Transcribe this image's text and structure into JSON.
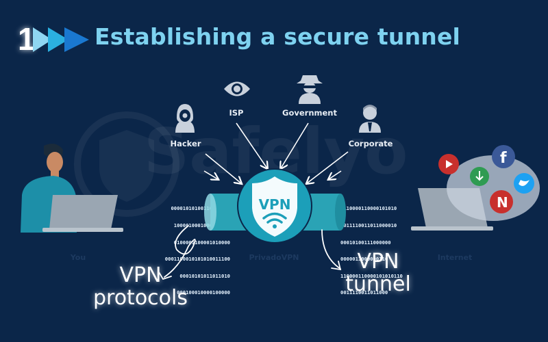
{
  "header": {
    "step_number": "1",
    "title": "Establishing a secure tunnel"
  },
  "watermark": "Safelyo",
  "observers": [
    {
      "label": "Hacker",
      "icon": "hacker-icon"
    },
    {
      "label": "ISP",
      "icon": "eye-icon"
    },
    {
      "label": "Government",
      "icon": "spy-icon"
    },
    {
      "label": "Corporate",
      "icon": "businessman-icon"
    }
  ],
  "tunnel": {
    "badge": "VPN",
    "binary_left": [
      "00001010100110110110",
      "1000010001000010000",
      "0100001100001010000",
      "0001100010101010011100",
      "00010101011011010",
      "000100010000100000"
    ],
    "binary_right": [
      "0110000110000101010",
      "0011110011011000010",
      "00010100111000000",
      "0000011000000110",
      "110000110000101010110",
      "0011110011011000"
    ]
  },
  "faint_labels": {
    "you": "You",
    "vpn": "PrivadoVPN",
    "internet": "Internet"
  },
  "callouts": {
    "protocols": [
      "VPN",
      "protocols"
    ],
    "tunnel": [
      "VPN",
      "tunnel"
    ]
  },
  "colors": {
    "background": "#0b2649",
    "title": "#7ed2f0",
    "tube": "#2aa3b5",
    "badge": "#1c9fb9"
  }
}
